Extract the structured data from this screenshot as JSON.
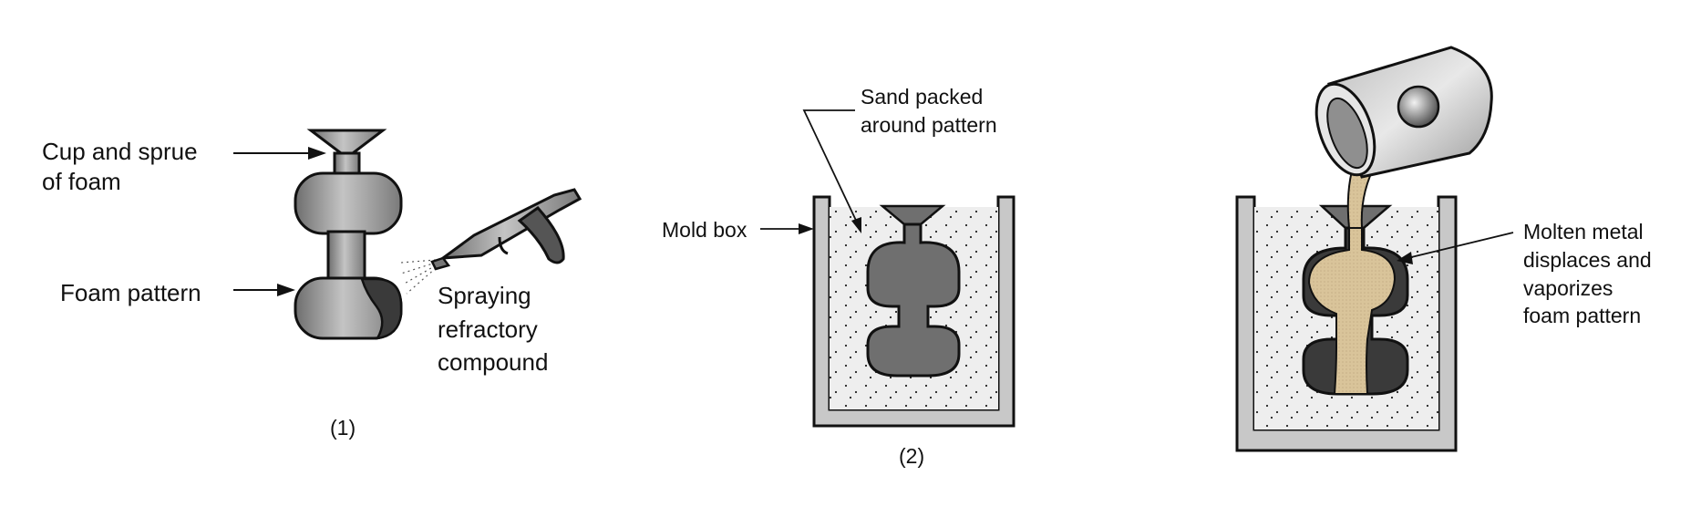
{
  "panel1": {
    "cup_label": [
      "Cup and sprue",
      "of foam"
    ],
    "pattern_label": "Foam pattern",
    "spray_label": [
      "Spraying",
      "refractory",
      "compound"
    ],
    "caption": "(1)"
  },
  "panel2": {
    "sand_label": [
      "Sand packed",
      "around pattern"
    ],
    "box_label": "Mold box",
    "caption": "(2)"
  },
  "panel3": {
    "metal_label": [
      "Molten metal",
      "displaces and",
      "vaporizes",
      "foam pattern"
    ]
  },
  "colors": {
    "foam_gray": "#8a8a8a",
    "dark_coating": "#3a3a3a",
    "mold_gray": "#c8c8c8",
    "sand_fill": "#ececec",
    "molten_metal": "#d9c49a"
  }
}
